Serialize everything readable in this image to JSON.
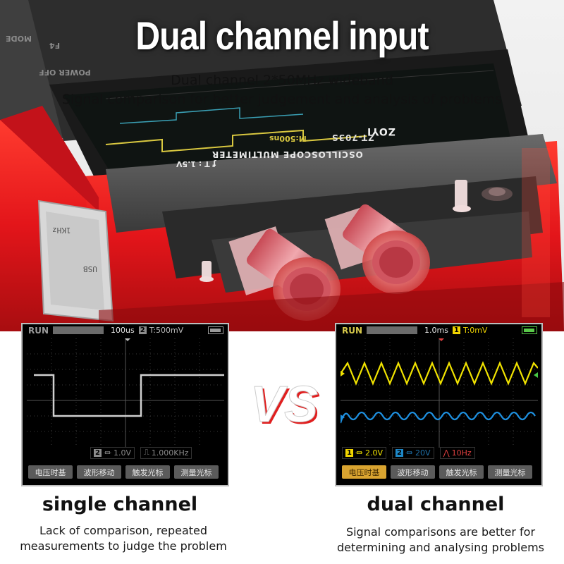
{
  "headline": "Dual channel input",
  "subtitle_line1": "Dual channel 2*50MHz wideband",
  "subtitle_line2": "Signal comparison for better judgement and analysis of problems",
  "device": {
    "brand": "ZOYI",
    "model": "ZT-703S",
    "model_line": "OSCILLOSCOPE MULTIMETER",
    "screen_readout": "ƒ T : 1.5V",
    "timebase_print": "M:500ns",
    "port_label_1": "1KHz",
    "port_label_2": "USB",
    "menu_print_1": "POWER OFF",
    "menu_print_2": "F4",
    "menu_print_3": "MODE"
  },
  "vs_text": "VS",
  "left_screen": {
    "run": "RUN",
    "timebase": "100us",
    "channel": "2",
    "trigger": "T:500mV",
    "meas_channel": "2",
    "meas_volts": "1.0V",
    "meas_freq": "1.000KHz",
    "buttons": [
      "电压时基",
      "波形移动",
      "触发光标",
      "测量光标"
    ],
    "trace_color": "#cfcfcf"
  },
  "right_screen": {
    "run": "RUN",
    "timebase": "1.0ms",
    "channel": "1",
    "trigger": "T:0mV",
    "meas_ch1": "1",
    "meas_ch1_volts": "2.0V",
    "meas_ch2": "2",
    "meas_ch2_volts": "20V",
    "meas_freq": "10Hz",
    "buttons": [
      "电压时基",
      "波形移动",
      "触发光标",
      "测量光标"
    ],
    "ch1_color": "#f2e400",
    "ch2_color": "#1e90e0",
    "freq_color": "#e04040"
  },
  "left_label": "single channel",
  "left_desc_line1": "Lack of comparison, repeated",
  "left_desc_line2": "measurements to judge the problem",
  "right_label": "dual channel",
  "right_desc_line1": "Signal comparisons are better for",
  "right_desc_line2": "determining and analysing problems",
  "colors": {
    "device_red": "#e01f1f",
    "device_gray": "#4a4a4a",
    "accent_yellow": "#d9a430"
  }
}
